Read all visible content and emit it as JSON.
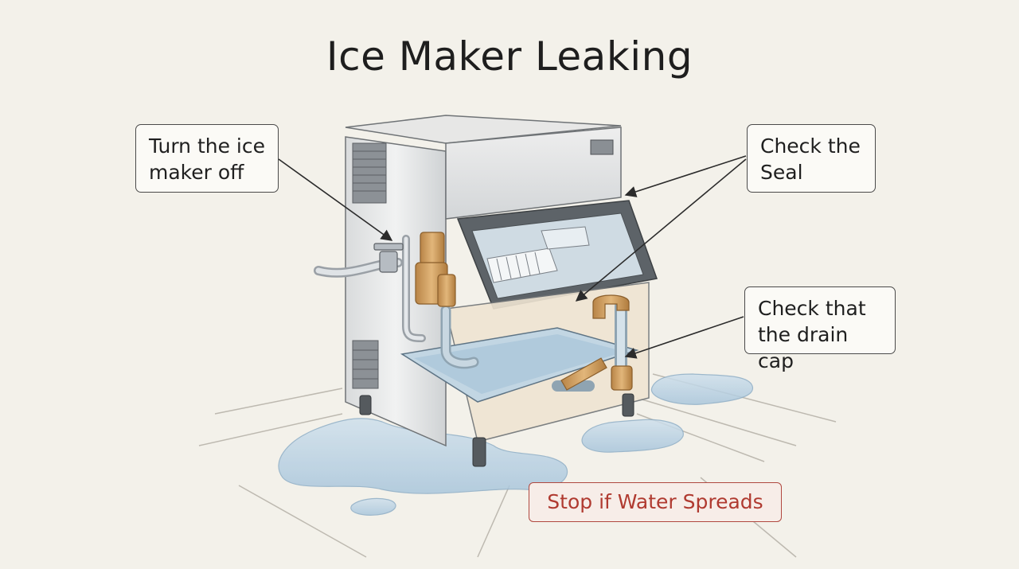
{
  "title": "Ice Maker Leaking",
  "callouts": {
    "turn_off": [
      "Turn the ice",
      "maker off"
    ],
    "check_seal": [
      "Check the",
      "Seal"
    ],
    "drain_cap": [
      "Check that",
      "the drain cap"
    ]
  },
  "warning": "Stop if Water Spreads",
  "colors": {
    "background": "#f3f1ea",
    "warning_text": "#b03a30",
    "warning_border": "#b0483f",
    "water": "#b9d3e6",
    "brass": "#c99a5b"
  }
}
